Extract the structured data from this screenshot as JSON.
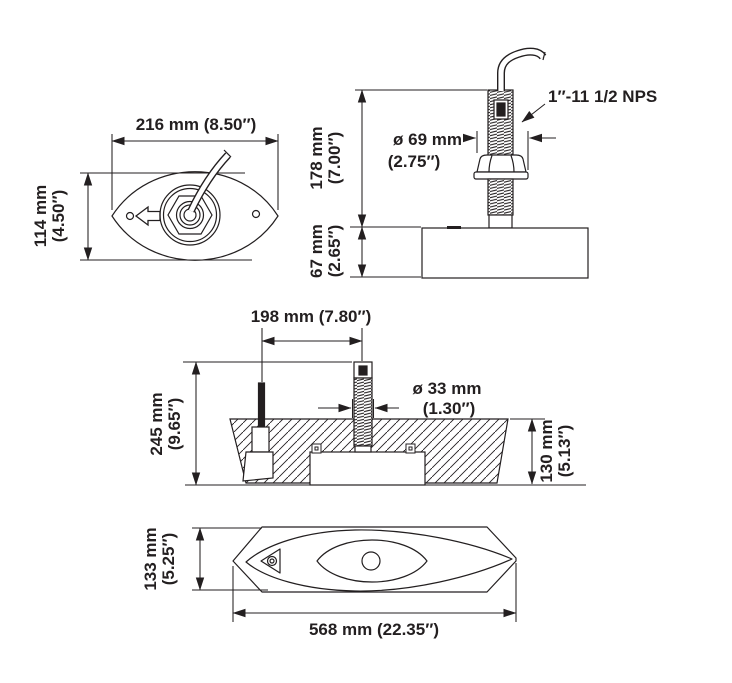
{
  "colors": {
    "line": "#231f20",
    "background": "#ffffff"
  },
  "views": {
    "top": {
      "width_label": "216 mm (8.50″)",
      "height_label_mm": "114 mm",
      "height_label_in": "(4.50″)"
    },
    "side": {
      "stem_height_mm": "178 mm",
      "stem_height_in": "(7.00″)",
      "housing_height_mm": "67 mm",
      "housing_height_in": "(2.65″)",
      "nut_dia_mm": "ø 69 mm",
      "nut_dia_in": "(2.75″)",
      "thread_label": "1″-11 1/2 NPS"
    },
    "install": {
      "offset_label": "198 mm (7.80″)",
      "overall_height_mm": "245 mm",
      "overall_height_in": "(9.65″)",
      "stem_dia_mm": "ø 33 mm",
      "stem_dia_in": "(1.30″)",
      "hull_thickness_mm": "130 mm",
      "hull_thickness_in": "(5.13″)"
    },
    "bottom": {
      "height_mm": "133 mm",
      "height_in": "(5.25″)",
      "length_label": "568 mm (22.35″)"
    }
  }
}
